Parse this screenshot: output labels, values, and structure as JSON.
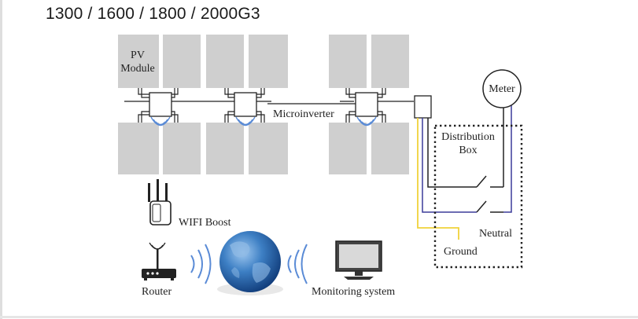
{
  "title": "1300 / 1600 / 1800 / 2000G3",
  "labels": {
    "pv_module_line1": "PV",
    "pv_module_line2": "Module",
    "microinverter": "Microinverter",
    "meter": "Meter",
    "distribution_box_line1": "Distribution",
    "distribution_box_line2": "Box",
    "neutral": "Neutral",
    "ground": "Ground",
    "wifi_boost": "WIFI Boost",
    "router": "Router",
    "monitoring_system": "Monitoring system"
  },
  "colors": {
    "panel": "#cfcfcf",
    "wire": "#222222",
    "wire_blue": "#3b3b9a",
    "wire_yellow": "#f0d23a",
    "signal": "#5a8bd6",
    "globe": "#2e6fb5"
  },
  "icons": [
    "wifi-signal-icon",
    "globe-icon",
    "router-icon",
    "wifi-booster-icon",
    "monitor-icon",
    "meter-icon"
  ]
}
